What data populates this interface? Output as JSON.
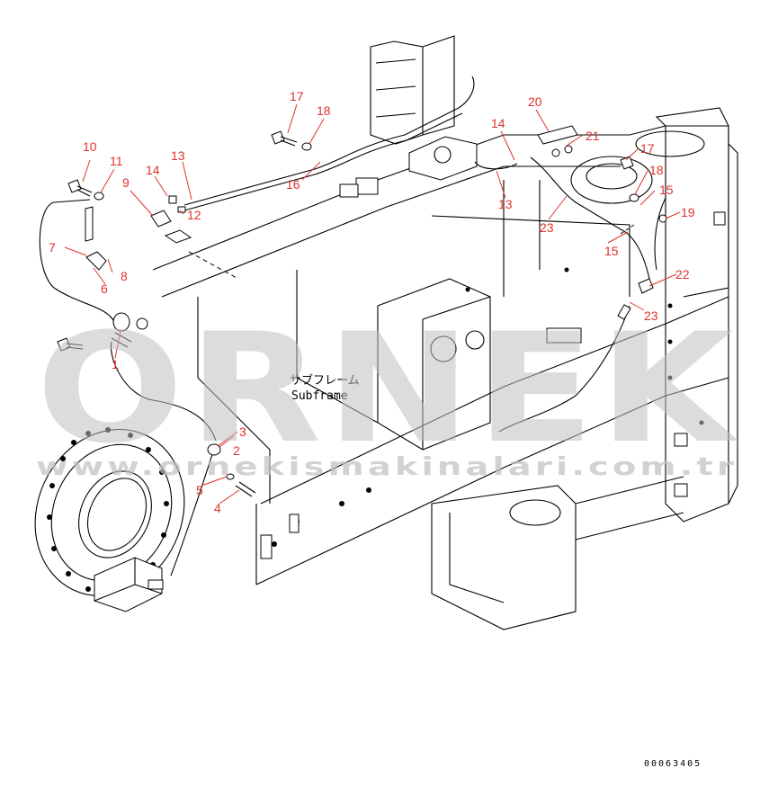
{
  "diagram": {
    "subframe_label_jp": "サブフレーム",
    "subframe_label_en": "Subframe",
    "document_number": "00063405",
    "watermark": {
      "brand": "ORNEK",
      "url": "www.ornekismakinalari.com.tr"
    },
    "callout_color": "#e0322c",
    "callouts": [
      "1",
      "2",
      "3",
      "4",
      "5",
      "6",
      "7",
      "8",
      "9",
      "10",
      "11",
      "12",
      "13",
      "14",
      "16",
      "17",
      "18",
      "20",
      "21",
      "13",
      "14",
      "15",
      "15",
      "17",
      "18",
      "19",
      "22",
      "23",
      "23"
    ]
  }
}
